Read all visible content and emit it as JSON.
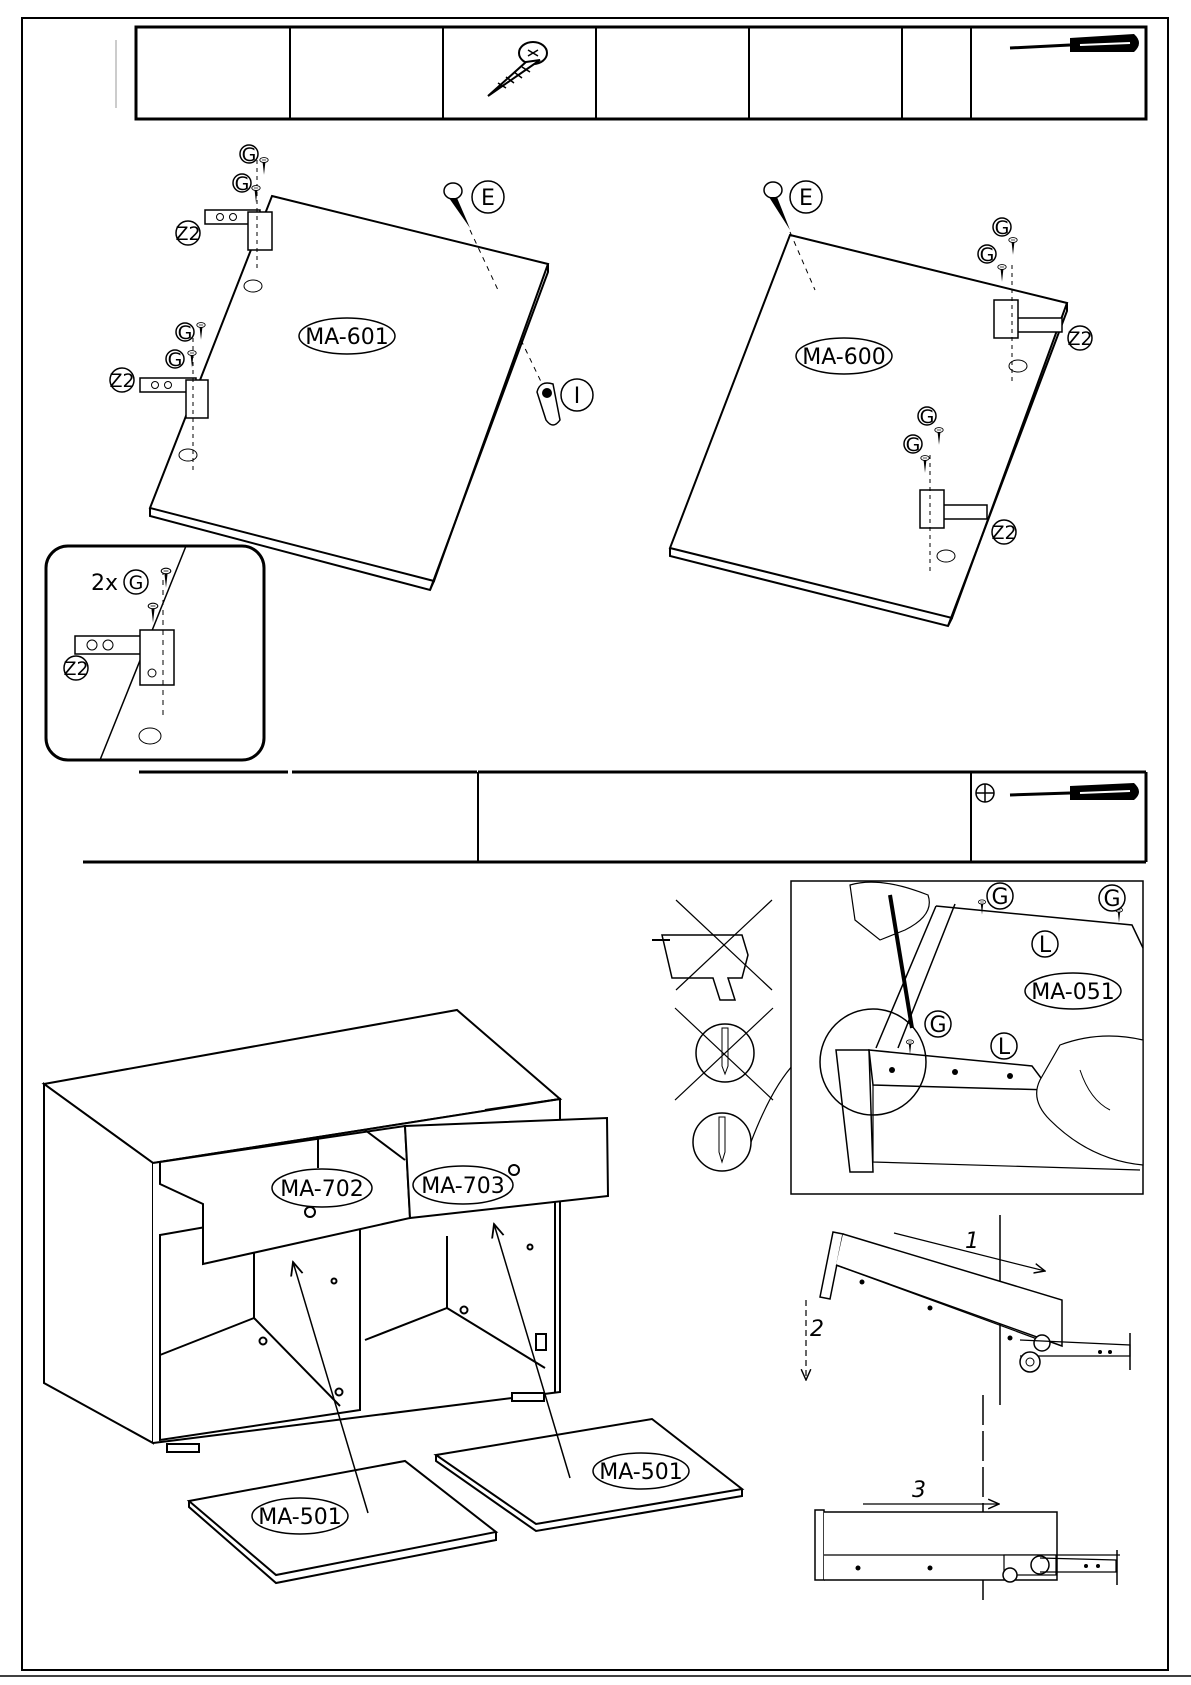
{
  "step1": {
    "hardware_icons": [
      "screw-icon",
      "screwdriver-icon"
    ],
    "part_labels": {
      "right_door": "MA-601",
      "left_door": "MA-600"
    },
    "callouts": {
      "screw_g": "G",
      "screw_e": "E",
      "handle": "I",
      "hinge": "Z2"
    },
    "detail": {
      "qty": "2x",
      "screw": "G",
      "hinge": "Z2"
    }
  },
  "step2": {
    "tool_icons": [
      "plus-icon",
      "screwdriver-icon",
      "drill-crossed-icon"
    ],
    "part_labels": {
      "left_drawer": "MA-702",
      "right_drawer": "MA-703",
      "bottom_left": "MA-501",
      "bottom_right": "MA-501",
      "drawer_frame": "MA-051"
    },
    "callouts": {
      "screw": "G",
      "rail": "L"
    },
    "arrows": [
      "1",
      "2",
      "3"
    ]
  }
}
